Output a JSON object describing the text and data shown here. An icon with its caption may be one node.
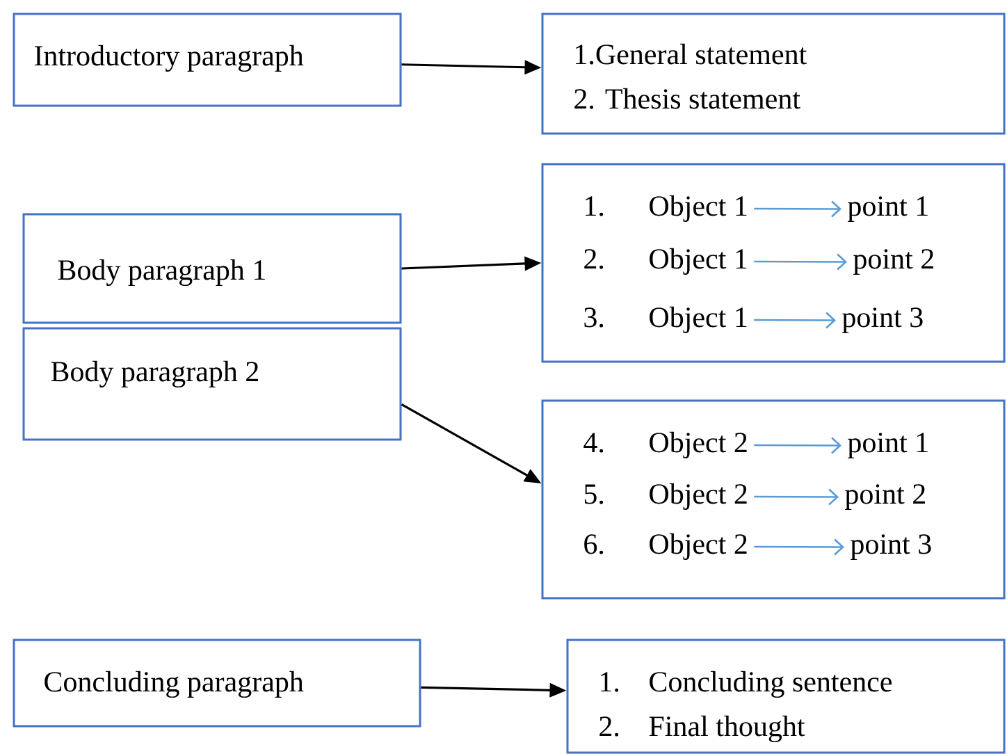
{
  "diagram": {
    "nodes": [
      {
        "text": [
          "Introductory paragraph"
        ]
      },
      {
        "text": [
          "1.General  statement",
          "2. Thesis statement"
        ]
      },
      {
        "text": [
          "Body paragraph 1"
        ]
      },
      {
        "text": [],
        "shape": "box"
      },
      {
        "text": [
          "1.",
          "Object 1"
        ],
        "in": 3
      },
      {
        "text": [
          "point 1"
        ],
        "in": 3
      },
      {
        "text": [
          "2.",
          "Object 1"
        ],
        "in": 3
      },
      {
        "text": [
          "point 2"
        ],
        "in": 3
      },
      {
        "text": [
          "3.",
          "Object 1"
        ],
        "in": 3
      },
      {
        "text": [
          "point 3"
        ],
        "in": 3
      },
      {
        "text": [
          "Body paragraph 2"
        ]
      },
      {
        "text": [],
        "shape": "box"
      },
      {
        "text": [
          "4.",
          "Object 2"
        ],
        "in": 11
      },
      {
        "text": [
          "point 1"
        ],
        "in": 11
      },
      {
        "text": [
          "5.",
          "Object 2"
        ],
        "in": 11
      },
      {
        "text": [
          "point 2"
        ],
        "in": 11
      },
      {
        "text": [
          "6.",
          "Object 2"
        ],
        "in": 11
      },
      {
        "text": [
          "point 3"
        ],
        "in": 11
      },
      {
        "text": [
          "Concluding paragraph"
        ]
      },
      {
        "text": [
          "1.",
          "Concluding sentence",
          "2.",
          "Final thought"
        ]
      }
    ],
    "edges": [
      {
        "from": 0,
        "to": 1,
        "arrow": "to",
        "color": "#000000"
      },
      {
        "from": 2,
        "to": 3,
        "arrow": "to",
        "color": "#000000"
      },
      {
        "from": 4,
        "to": 5,
        "arrow": "to",
        "color": "#5b9bd5"
      },
      {
        "from": 6,
        "to": 7,
        "arrow": "to",
        "color": "#5b9bd5"
      },
      {
        "from": 8,
        "to": 9,
        "arrow": "to",
        "color": "#5b9bd5"
      },
      {
        "from": 10,
        "to": 11,
        "arrow": "to",
        "color": "#000000"
      },
      {
        "from": 12,
        "to": 13,
        "arrow": "to",
        "color": "#5b9bd5"
      },
      {
        "from": 14,
        "to": 15,
        "arrow": "to",
        "color": "#5b9bd5"
      },
      {
        "from": 16,
        "to": 17,
        "arrow": "to",
        "color": "#5b9bd5"
      },
      {
        "from": 18,
        "to": 19,
        "arrow": "to",
        "color": "#000000"
      }
    ]
  }
}
